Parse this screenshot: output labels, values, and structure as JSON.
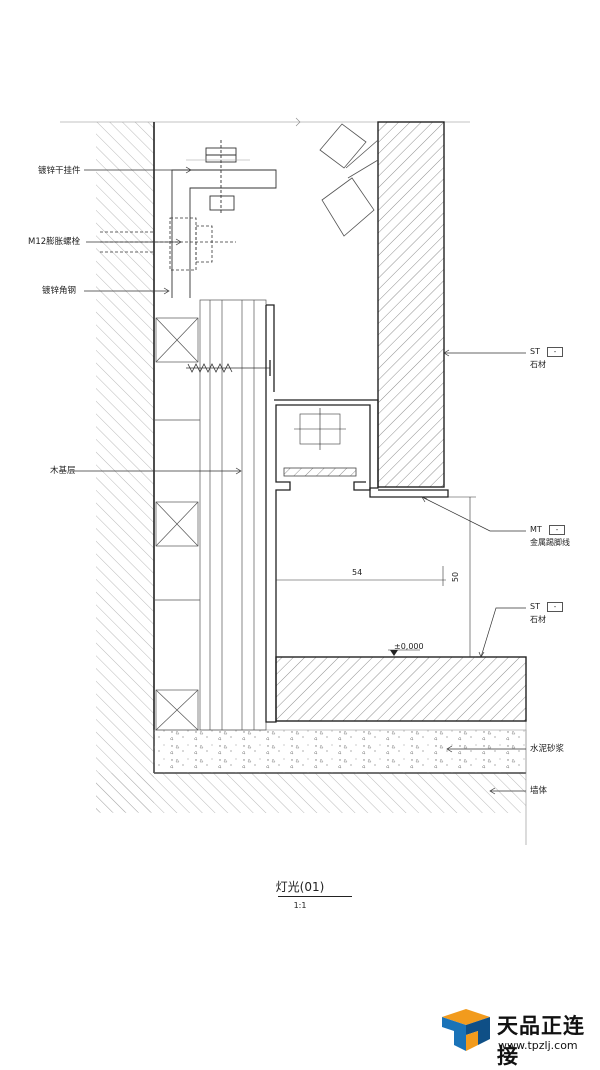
{
  "labels": {
    "galv_hanger": "镀锌干挂件",
    "expansion_bolt": "M12膨胀螺栓",
    "galv_angle": "镀锌角钢",
    "wood_base": "木基层",
    "mortar": "水泥砂浆",
    "wall": "墙体"
  },
  "tags": {
    "stone_upper": {
      "code": "ST",
      "sub": "-",
      "name": "石材"
    },
    "metal_skirting": {
      "code": "MT",
      "sub": "-",
      "name": "金属踢脚线"
    },
    "stone_floor": {
      "code": "ST",
      "sub": "-",
      "name": "石材"
    }
  },
  "dimensions": {
    "horizontal": "54",
    "vertical": "50",
    "elevation": "±0,000"
  },
  "title": {
    "name": "灯光(01)",
    "scale": "1:1"
  },
  "watermark": {
    "brand": "天品正连接",
    "url": "www.tpzlj.com"
  },
  "colors": {
    "line": "#222222",
    "hatch": "#999999",
    "logo_blue": "#1a73b8",
    "logo_orange": "#f29b1d"
  }
}
